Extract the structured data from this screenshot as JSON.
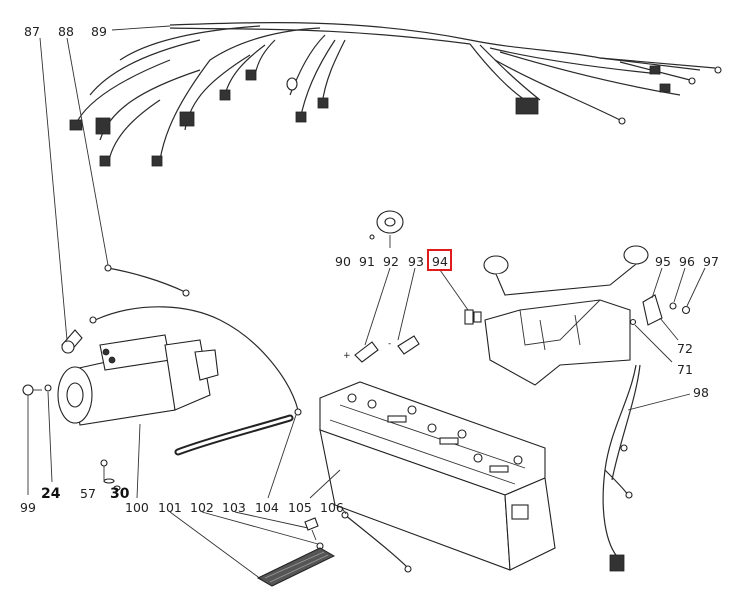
{
  "labels": {
    "p87": "87",
    "p88": "88",
    "p89": "89",
    "p90": "90",
    "p91": "91",
    "p92": "92",
    "p93": "93",
    "p94": "94",
    "p95": "95",
    "p96": "96",
    "p97": "97",
    "p72": "72",
    "p71": "71",
    "p98": "98",
    "p99": "99",
    "p24": "24",
    "p57": "57",
    "p30": "30",
    "p100": "100",
    "p101": "101",
    "p102": "102",
    "p103": "103",
    "p104": "104",
    "p105": "105",
    "p106": "106",
    "plus": "+",
    "minus": "-"
  },
  "highlight": {
    "target": "94",
    "color": "#e01b1b"
  }
}
